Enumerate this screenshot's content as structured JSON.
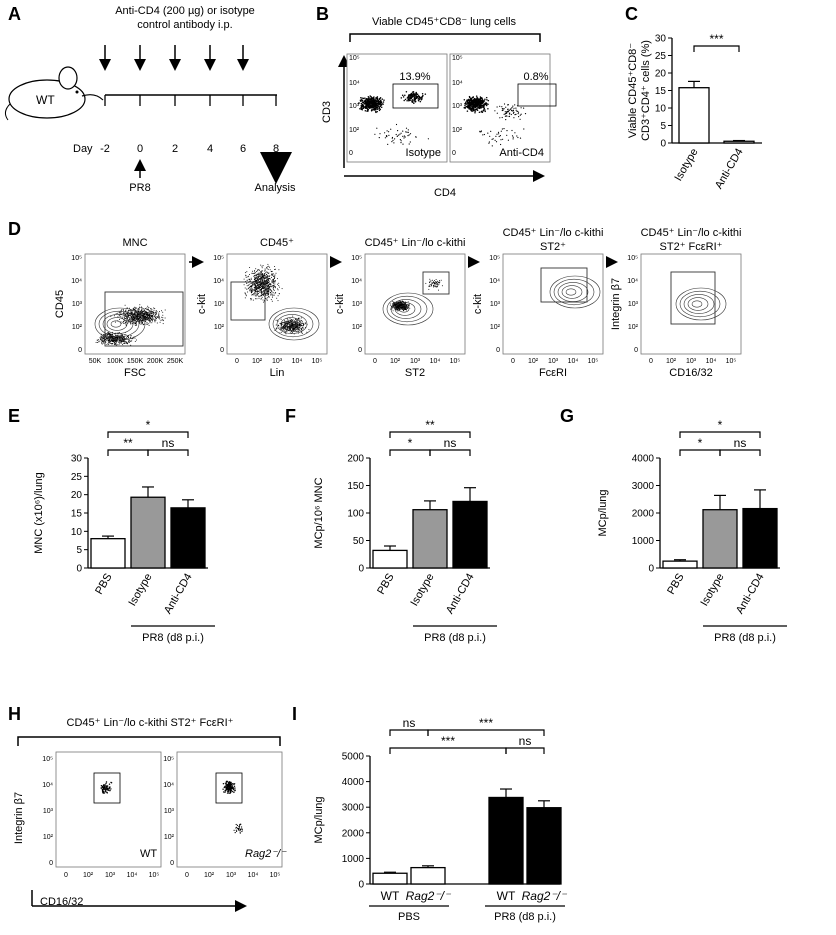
{
  "panelA": {
    "letter": "A",
    "treatment_line1": "Anti-CD4 (200 µg) or isotype",
    "treatment_line2": "control antibody i.p.",
    "mouse_label": "WT",
    "day_label": "Day",
    "days": [
      "-2",
      "0",
      "2",
      "4",
      "6",
      "8"
    ],
    "infection_label": "PR8",
    "analysis_label": "Analysis"
  },
  "panelB": {
    "letter": "B",
    "bracket_title": "Viable CD45⁺CD8⁻ lung cells",
    "ylabel": "CD3",
    "xlabel": "CD4",
    "plots": [
      {
        "label": "Isotype",
        "gate_percent": "13.9%"
      },
      {
        "label": "Anti-CD4",
        "gate_percent": "0.8%"
      }
    ]
  },
  "panelD": {
    "letter": "D",
    "plots": [
      {
        "title": "MNC",
        "title2": "",
        "xlabel": "FSC",
        "ylabel": "CD45",
        "xticks": [
          "50K",
          "100K",
          "150K",
          "200K",
          "250K"
        ]
      },
      {
        "title": "CD45⁺",
        "title2": "",
        "xlabel": "Lin",
        "ylabel": "c-kit",
        "xticks": [
          "0",
          "10²",
          "10³",
          "10⁴",
          "10⁵"
        ]
      },
      {
        "title": "CD45⁺ Lin⁻/lo c-kithi",
        "title2": "",
        "xlabel": "ST2",
        "ylabel": "c-kit",
        "xticks": [
          "0",
          "10²",
          "10³",
          "10⁴",
          "10⁵"
        ]
      },
      {
        "title": "CD45⁺ Lin⁻/lo c-kithi",
        "title2": "ST2⁺",
        "xlabel": "FcεRI",
        "ylabel": "c-kit",
        "xticks": [
          "0",
          "10²",
          "10³",
          "10⁴",
          "10⁵"
        ]
      },
      {
        "title": "CD45⁺ Lin⁻/lo c-kithi",
        "title2": "ST2⁺ FcεRI⁺",
        "xlabel": "CD16/32",
        "ylabel": "Integrin β7",
        "xticks": [
          "0",
          "10²",
          "10³",
          "10⁴",
          "10⁵"
        ]
      }
    ],
    "yticks": [
      "0",
      "10²",
      "10³",
      "10⁴",
      "10⁵"
    ]
  },
  "panelH": {
    "letter": "H",
    "bracket_title": "CD45⁺ Lin⁻/lo c-kithi ST2⁺ FcεRI⁺",
    "ylabel": "Integrin β7",
    "xlabel": "CD16/32",
    "plots": [
      {
        "label": "WT"
      },
      {
        "label": "Rag2⁻/⁻"
      }
    ],
    "yticks": [
      "0",
      "10²",
      "10³",
      "10⁴",
      "10⁵"
    ],
    "xticks": [
      "0",
      "10²",
      "10³",
      "10⁴",
      "10⁵"
    ]
  },
  "chart_data": [
    {
      "id": "C",
      "type": "bar",
      "ylabel": "Viable CD45⁺CD8⁻ CD3⁺CD4⁺ cells (%)",
      "ylim": [
        0,
        30
      ],
      "yticks": [
        0,
        5,
        10,
        15,
        20,
        25,
        30
      ],
      "categories": [
        "Isotype",
        "Anti-CD4"
      ],
      "values": [
        15.8,
        0.5
      ],
      "errors": [
        1.8,
        0.2
      ],
      "colors": [
        "#ffffff",
        "#ffffff"
      ],
      "significance": [
        {
          "from": 0,
          "to": 1,
          "label": "***"
        }
      ]
    },
    {
      "id": "E",
      "type": "bar",
      "ylabel": "MNC (x10⁶)/lung",
      "ylim": [
        0,
        30
      ],
      "yticks": [
        0,
        5,
        10,
        15,
        20,
        25,
        30
      ],
      "categories": [
        "PBS",
        "Isotype",
        "Anti-CD4"
      ],
      "values": [
        8,
        19.3,
        16.4
      ],
      "errors": [
        0.7,
        2.8,
        2.2
      ],
      "colors": [
        "#ffffff",
        "#999999",
        "#000000"
      ],
      "group_label": "PR8 (d8 p.i.)",
      "significance": [
        {
          "from": 0,
          "to": 2,
          "label": "*"
        },
        {
          "from": 0,
          "to": 1,
          "label": "**"
        },
        {
          "from": 1,
          "to": 2,
          "label": "ns"
        }
      ]
    },
    {
      "id": "F",
      "type": "bar",
      "ylabel": "MCp/10⁶ MNC",
      "ylim": [
        0,
        200
      ],
      "yticks": [
        0,
        50,
        100,
        150,
        200
      ],
      "categories": [
        "PBS",
        "Isotype",
        "Anti-CD4"
      ],
      "values": [
        32,
        106,
        121
      ],
      "errors": [
        8,
        16,
        25
      ],
      "colors": [
        "#ffffff",
        "#999999",
        "#000000"
      ],
      "group_label": "PR8 (d8 p.i.)",
      "significance": [
        {
          "from": 0,
          "to": 2,
          "label": "**"
        },
        {
          "from": 0,
          "to": 1,
          "label": "*"
        },
        {
          "from": 1,
          "to": 2,
          "label": "ns"
        }
      ]
    },
    {
      "id": "G",
      "type": "bar",
      "ylabel": "MCp/lung",
      "ylim": [
        0,
        4000
      ],
      "yticks": [
        0,
        1000,
        2000,
        3000,
        4000
      ],
      "categories": [
        "PBS",
        "Isotype",
        "Anti-CD4"
      ],
      "values": [
        250,
        2120,
        2160
      ],
      "errors": [
        50,
        520,
        680
      ],
      "colors": [
        "#ffffff",
        "#999999",
        "#000000"
      ],
      "group_label": "PR8 (d8 p.i.)",
      "significance": [
        {
          "from": 0,
          "to": 2,
          "label": "*"
        },
        {
          "from": 0,
          "to": 1,
          "label": "*"
        },
        {
          "from": 1,
          "to": 2,
          "label": "ns"
        }
      ]
    },
    {
      "id": "I",
      "type": "bar",
      "ylabel": "MCp/lung",
      "ylim": [
        0,
        5000
      ],
      "yticks": [
        0,
        1000,
        2000,
        3000,
        4000,
        5000
      ],
      "categories": [
        "WT",
        "Rag2⁻/⁻",
        "WT",
        "Rag2⁻/⁻"
      ],
      "values": [
        420,
        640,
        3380,
        2980
      ],
      "errors": [
        40,
        70,
        330,
        270
      ],
      "colors": [
        "#ffffff",
        "#ffffff",
        "#000000",
        "#000000"
      ],
      "groups": [
        {
          "label": "PBS",
          "from": 0,
          "to": 1
        },
        {
          "label": "PR8 (d8 p.i.)",
          "from": 2,
          "to": 3
        }
      ],
      "significance": [
        {
          "from": 0,
          "to": 1,
          "label": "ns"
        },
        {
          "from": 1,
          "to": 3,
          "label": "***"
        },
        {
          "from": 0,
          "to": 2,
          "label": "***"
        },
        {
          "from": 2,
          "to": 3,
          "label": "ns"
        }
      ]
    }
  ]
}
